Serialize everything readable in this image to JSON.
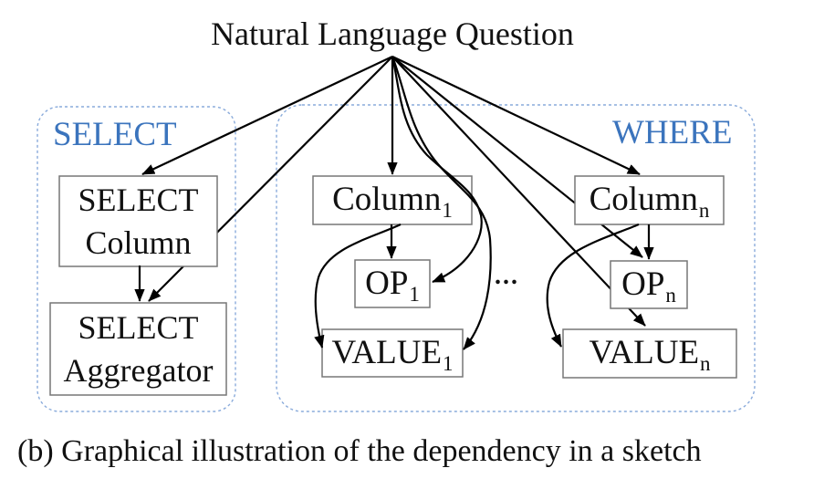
{
  "title": "Natural Language Question",
  "caption": "(b) Graphical illustration of the dependency in a sketch",
  "groups": {
    "select": {
      "label": "SELECT"
    },
    "where": {
      "label": "WHERE"
    }
  },
  "nodes": {
    "select_column": {
      "text": "SELECT\nColumn"
    },
    "select_aggregator": {
      "text": "SELECT\nAggregator"
    },
    "column_1": {
      "text": "Column",
      "sub": "1"
    },
    "op_1": {
      "text": "OP",
      "sub": "1"
    },
    "value_1": {
      "text": "VALUE",
      "sub": "1"
    },
    "column_n": {
      "text": "Column",
      "sub": "n"
    },
    "op_n": {
      "text": "OP",
      "sub": "n"
    },
    "value_n": {
      "text": "VALUE",
      "sub": "n"
    },
    "ellipsis": "..."
  },
  "edges": [
    "question->select_column",
    "question->select_aggregator",
    "question->column_1",
    "question->op_1",
    "question->value_1",
    "question->column_n",
    "question->op_n",
    "question->value_n",
    "select_column->select_aggregator",
    "column_1->op_1",
    "column_1->value_1",
    "column_n->op_n",
    "column_n->value_n"
  ],
  "colors": {
    "accent_blue": "#3b74bd",
    "dashed_outline_blue": "#8aabdb",
    "box_border_gray": "#777777",
    "edge_black": "#000000",
    "text": "#111111",
    "background": "#ffffff"
  }
}
